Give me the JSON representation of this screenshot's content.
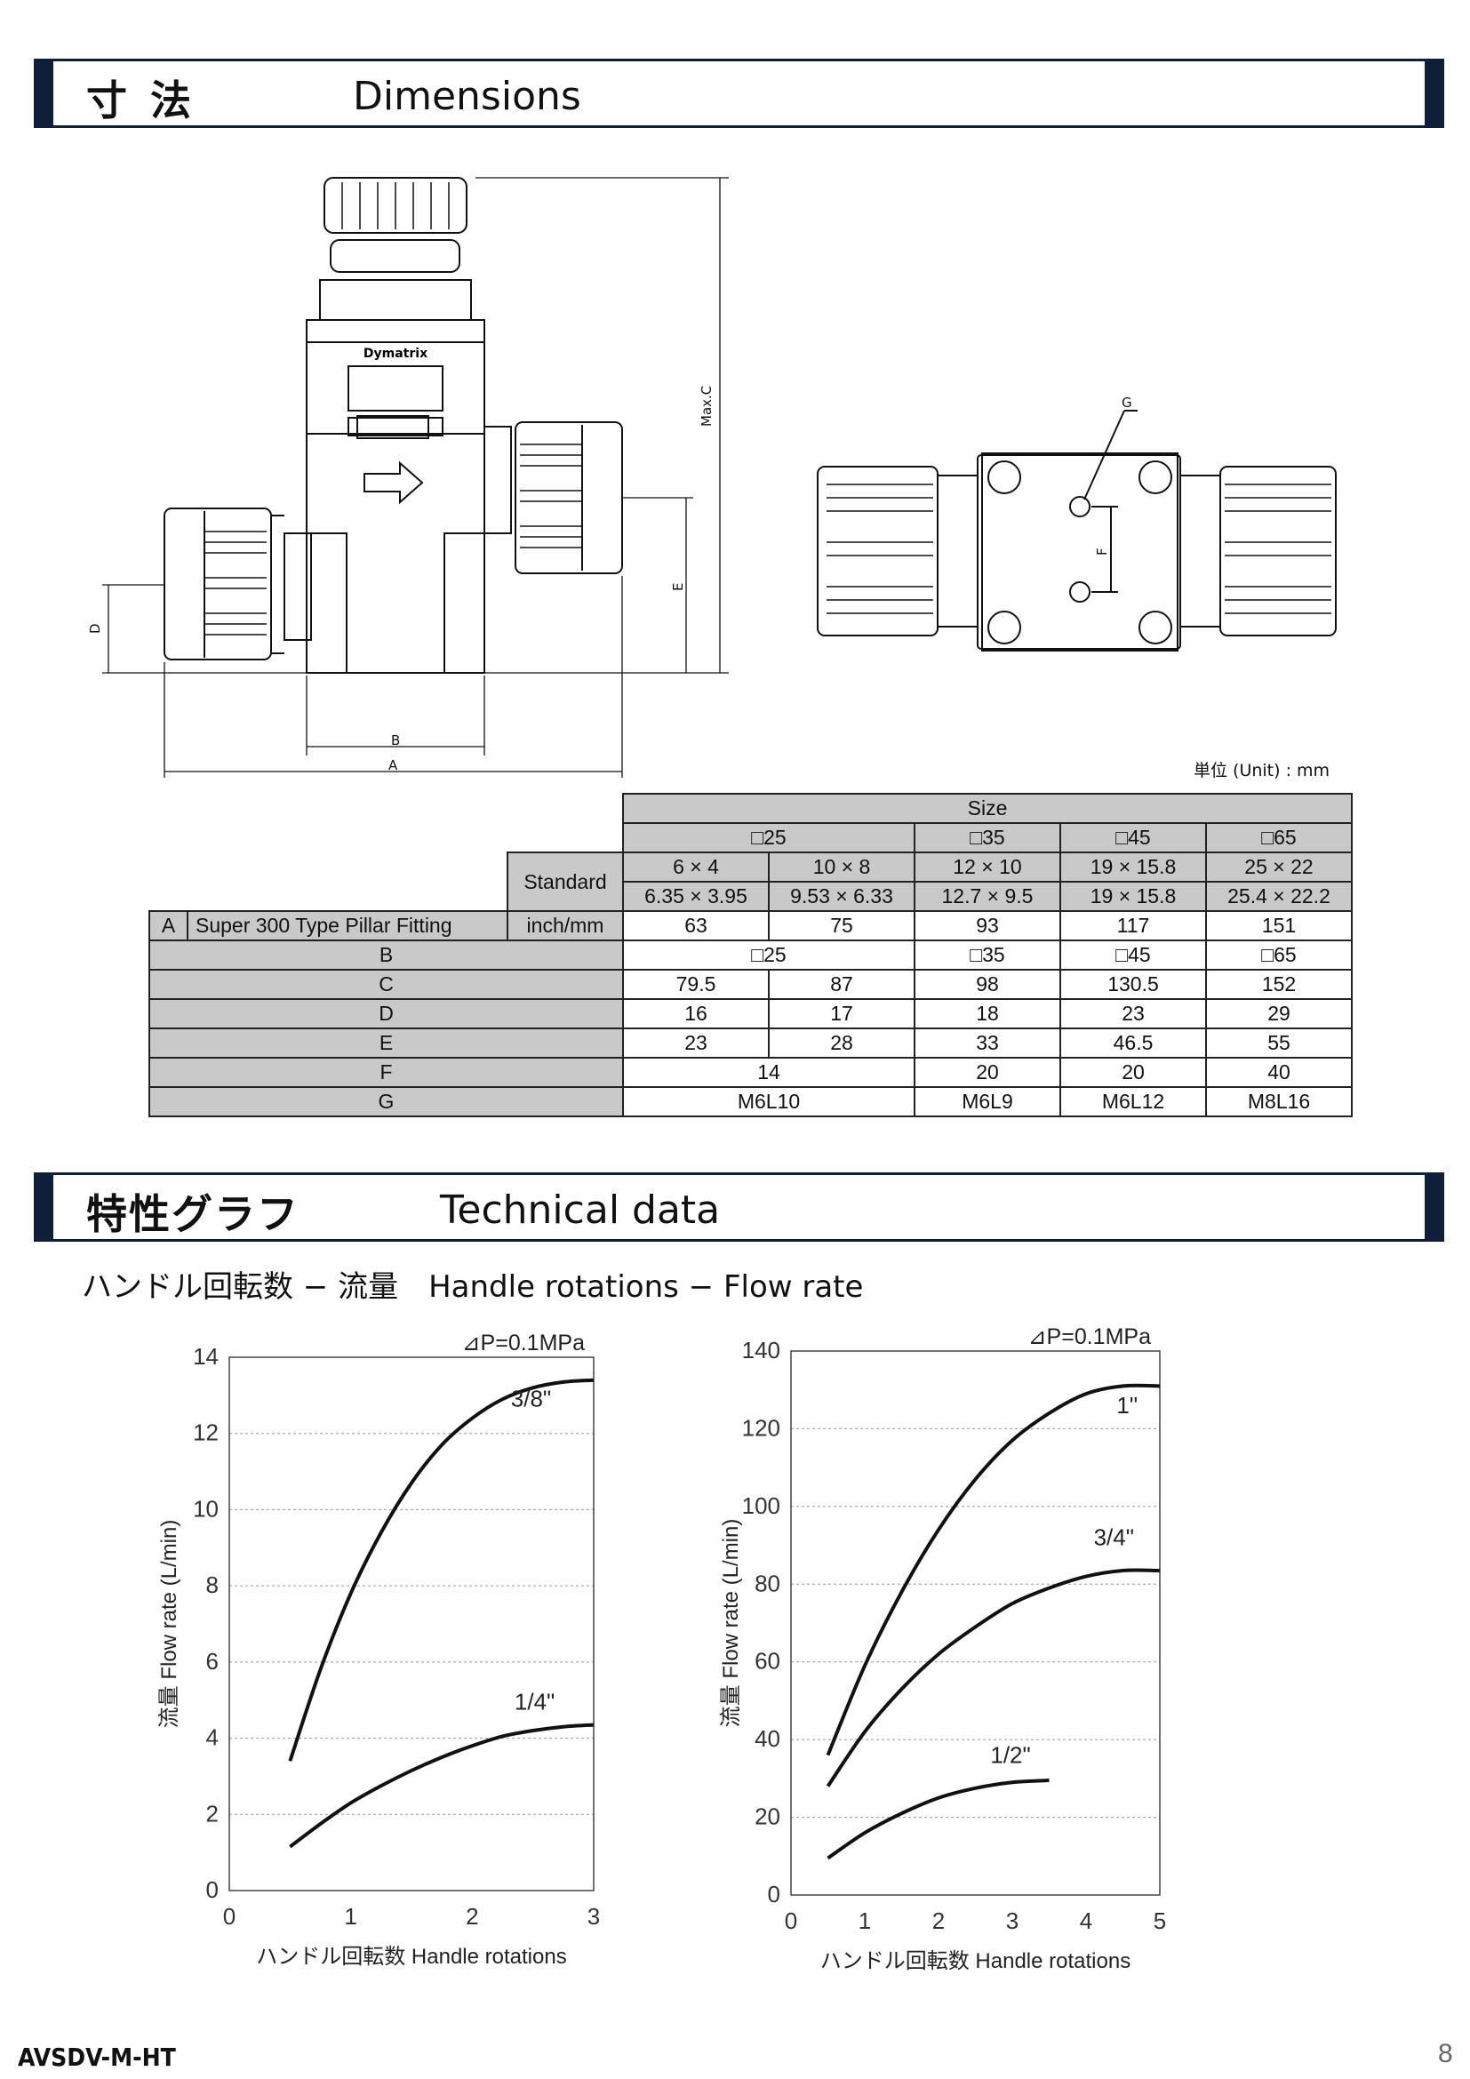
{
  "sections": {
    "dimensions": {
      "jp": "寸法",
      "en": "Dimensions"
    },
    "technical": {
      "jp": "特性グラフ",
      "en": "Technical data"
    }
  },
  "drawing": {
    "brand": "Dymatrix",
    "labels": {
      "A": "A",
      "B": "B",
      "C": "Max.C",
      "D": "D",
      "E": "E",
      "F": "F",
      "G": "G"
    }
  },
  "unit_note": "単位 (Unit) : mm",
  "table": {
    "size_header": "Size",
    "size_groups": [
      "□25",
      "□35",
      "□45",
      "□65"
    ],
    "standard_label": "Standard",
    "standard_metric": [
      "6 × 4",
      "10 × 8",
      "12 × 10",
      "19 × 15.8",
      "25 × 22"
    ],
    "standard_inch": [
      "6.35 × 3.95",
      "9.53 × 6.33",
      "12.7 × 9.5",
      "19 × 15.8",
      "25.4 × 22.2"
    ],
    "row_a": {
      "letter": "A",
      "desc": "Super 300 Type Pillar Fitting",
      "unit": "inch/mm",
      "values": [
        "63",
        "75",
        "93",
        "117",
        "151"
      ]
    },
    "row_b": {
      "label": "B",
      "values": [
        "□25",
        "□35",
        "□45",
        "□65"
      ]
    },
    "row_c": {
      "label": "C",
      "values": [
        "79.5",
        "87",
        "98",
        "130.5",
        "152"
      ]
    },
    "row_d": {
      "label": "D",
      "values": [
        "16",
        "17",
        "18",
        "23",
        "29"
      ]
    },
    "row_e": {
      "label": "E",
      "values": [
        "23",
        "28",
        "33",
        "46.5",
        "55"
      ]
    },
    "row_f": {
      "label": "F",
      "values": [
        "14",
        "20",
        "20",
        "40"
      ]
    },
    "row_g": {
      "label": "G",
      "values": [
        "M6L10",
        "M6L9",
        "M6L12",
        "M8L16"
      ]
    }
  },
  "subtitle": "ハンドル回転数 − 流量　Handle rotations − Flow rate",
  "chart_data": [
    {
      "type": "line",
      "pressure_note": "⊿P=0.1MPa",
      "xlabel": "ハンドル回転数 Handle rotations",
      "ylabel": "流量 Flow rate (L/min)",
      "xlim": [
        0,
        3
      ],
      "ylim": [
        0,
        14
      ],
      "xticks": [
        "0",
        "1",
        "2",
        "3"
      ],
      "yticks": [
        "0",
        "2",
        "4",
        "6",
        "8",
        "10",
        "12",
        "14"
      ],
      "grid": true,
      "series": [
        {
          "name": "3/8\"",
          "x": [
            0.5,
            0.75,
            1.0,
            1.25,
            1.5,
            1.75,
            2.0,
            2.25,
            2.5,
            2.75,
            3.0
          ],
          "y": [
            3.4,
            5.8,
            7.8,
            9.4,
            10.7,
            11.7,
            12.4,
            12.9,
            13.2,
            13.35,
            13.4
          ]
        },
        {
          "name": "1/4\"",
          "x": [
            0.5,
            0.75,
            1.0,
            1.25,
            1.5,
            1.75,
            2.0,
            2.25,
            2.5,
            2.75,
            3.0
          ],
          "y": [
            1.15,
            1.75,
            2.3,
            2.75,
            3.15,
            3.5,
            3.8,
            4.05,
            4.2,
            4.3,
            4.35
          ]
        }
      ]
    },
    {
      "type": "line",
      "pressure_note": "⊿P=0.1MPa",
      "xlabel": "ハンドル回転数 Handle rotations",
      "ylabel": "流量 Flow rate (L/min)",
      "xlim": [
        0,
        5
      ],
      "ylim": [
        0,
        140
      ],
      "xticks": [
        "0",
        "1",
        "2",
        "3",
        "4",
        "5"
      ],
      "yticks": [
        "0",
        "20",
        "40",
        "60",
        "80",
        "100",
        "120",
        "140"
      ],
      "grid": true,
      "series": [
        {
          "name": "1\"",
          "x": [
            0.5,
            1.0,
            1.5,
            2.0,
            2.5,
            3.0,
            3.5,
            4.0,
            4.5,
            5.0
          ],
          "y": [
            36,
            59,
            78,
            94,
            107,
            117,
            124,
            129,
            131,
            131
          ]
        },
        {
          "name": "3/4\"",
          "x": [
            0.5,
            1.0,
            1.5,
            2.0,
            2.5,
            3.0,
            3.5,
            4.0,
            4.5,
            5.0
          ],
          "y": [
            28,
            42,
            53,
            62,
            69,
            75,
            79,
            82,
            83.5,
            83.5
          ]
        },
        {
          "name": "1/2\"",
          "x": [
            0.5,
            1.0,
            1.5,
            2.0,
            2.5,
            3.0,
            3.5
          ],
          "y": [
            9.5,
            16,
            21,
            25,
            27.5,
            29,
            29.5
          ]
        }
      ]
    }
  ],
  "footer": {
    "code": "AVSDV-M-HT",
    "page": "8"
  }
}
